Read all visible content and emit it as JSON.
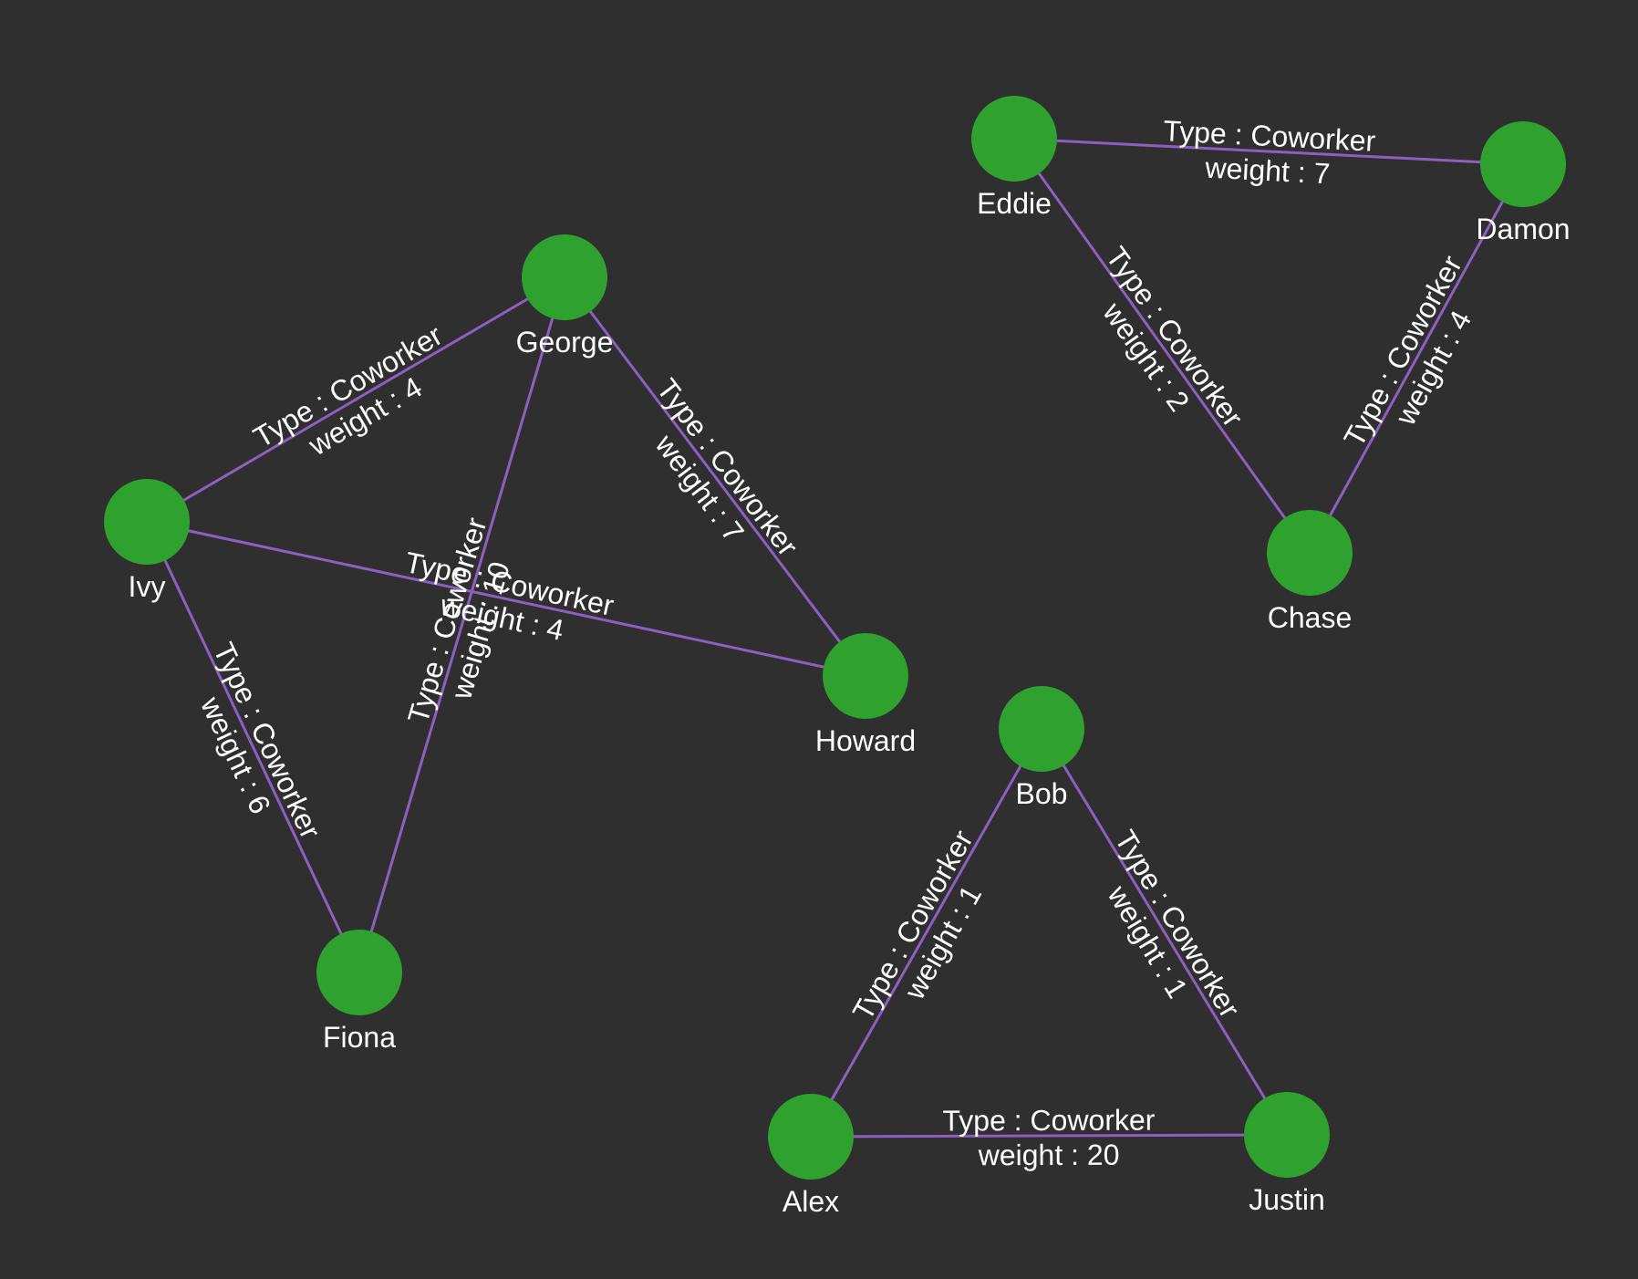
{
  "colors": {
    "background": "#2f2f2f",
    "node": "#2ea12e",
    "edge": "#8e5fc0",
    "text": "#ffffff"
  },
  "nodes": [
    {
      "id": "george",
      "label": "George"
    },
    {
      "id": "ivy",
      "label": "Ivy"
    },
    {
      "id": "howard",
      "label": "Howard"
    },
    {
      "id": "fiona",
      "label": "Fiona"
    },
    {
      "id": "eddie",
      "label": "Eddie"
    },
    {
      "id": "damon",
      "label": "Damon"
    },
    {
      "id": "chase",
      "label": "Chase"
    },
    {
      "id": "bob",
      "label": "Bob"
    },
    {
      "id": "alex",
      "label": "Alex"
    },
    {
      "id": "justin",
      "label": "Justin"
    }
  ],
  "edges": [
    {
      "id": "ivy-george",
      "source": "ivy",
      "target": "george",
      "type_text": "Type : Coworker",
      "weight_text": "weight : 4"
    },
    {
      "id": "george-howard",
      "source": "george",
      "target": "howard",
      "type_text": "Type : Coworker",
      "weight_text": "weight : 7"
    },
    {
      "id": "ivy-howard",
      "source": "ivy",
      "target": "howard",
      "type_text": "Type : Coworker",
      "weight_text": "weight : 4"
    },
    {
      "id": "fiona-george",
      "source": "fiona",
      "target": "george",
      "type_text": "Type : Coworker",
      "weight_text": "weight : 10"
    },
    {
      "id": "ivy-fiona",
      "source": "ivy",
      "target": "fiona",
      "type_text": "Type : Coworker",
      "weight_text": "weight : 6"
    },
    {
      "id": "eddie-damon",
      "source": "eddie",
      "target": "damon",
      "type_text": "Type : Coworker",
      "weight_text": "weight : 7"
    },
    {
      "id": "eddie-chase",
      "source": "eddie",
      "target": "chase",
      "type_text": "Type : Coworker",
      "weight_text": "weight : 2"
    },
    {
      "id": "chase-damon",
      "source": "chase",
      "target": "damon",
      "type_text": "Type : Coworker",
      "weight_text": "weight : 4"
    },
    {
      "id": "alex-bob",
      "source": "alex",
      "target": "bob",
      "type_text": "Type : Coworker",
      "weight_text": "weight : 1"
    },
    {
      "id": "bob-justin",
      "source": "bob",
      "target": "justin",
      "type_text": "Type : Coworker",
      "weight_text": "weight : 1"
    },
    {
      "id": "alex-justin",
      "source": "alex",
      "target": "justin",
      "type_text": "Type : Coworker",
      "weight_text": "weight : 20"
    }
  ]
}
